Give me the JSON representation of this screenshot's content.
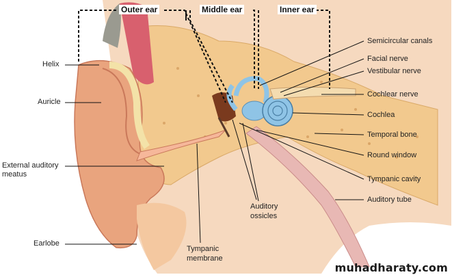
{
  "sections": {
    "outer": "Outer ear",
    "middle": "Middle ear",
    "inner": "Inner ear"
  },
  "labels": {
    "helix": "Helix",
    "auricle": "Auricle",
    "external_meatus": [
      "External auditory",
      "meatus"
    ],
    "earlobe": "Earlobe",
    "tympanic_membrane": [
      "Tympanic",
      "membrane"
    ],
    "auditory_ossicles": [
      "Auditory",
      "ossicles"
    ],
    "semicircular_canals": "Semicircular canals",
    "facial_nerve": "Facial nerve",
    "vestibular_nerve": "Vestibular nerve",
    "cochlear_nerve": "Cochlear nerve",
    "cochlea": "Cochlea",
    "temporal_bone": "Temporal bone",
    "round_window": "Round window",
    "tympanic_cavity": "Tympanic cavity",
    "auditory_tube": "Auditory tube"
  },
  "watermark": "muhadharaty.com",
  "colors": {
    "skin": "#e9a47e",
    "bone": "#f2c98e",
    "cochlea": "#8fc4e6",
    "tube": "#e8b8b4",
    "nerve": "#f4dcb0"
  }
}
